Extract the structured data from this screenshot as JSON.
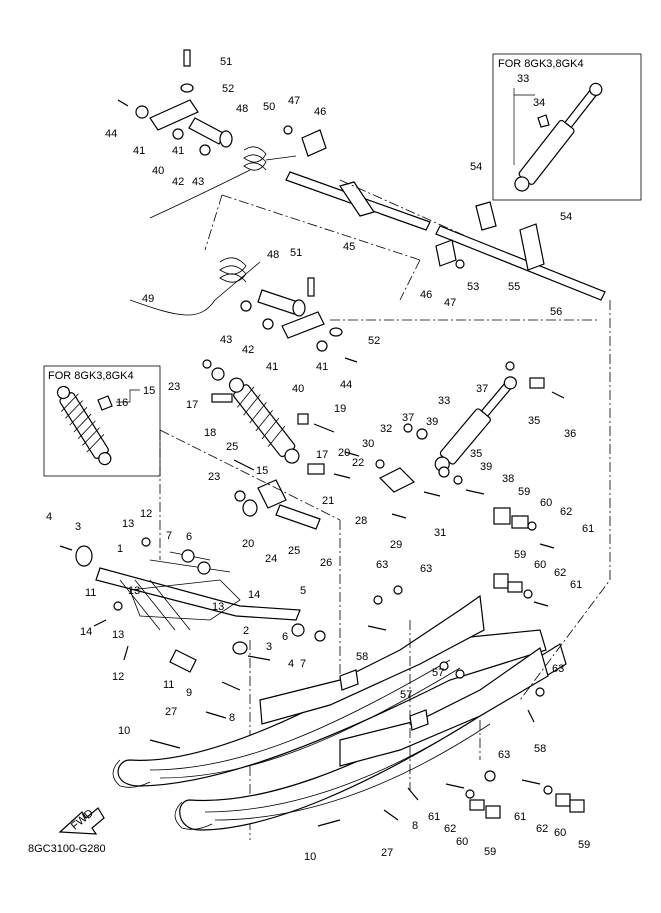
{
  "insets": {
    "top_right_title": "FOR 8GK3,8GK4",
    "left_title": "FOR 8GK3,8GK4"
  },
  "fwd_label": "FWD",
  "diagram_code": "8GC3100-G280",
  "callouts": [
    {
      "id": "c51a",
      "text": "51"
    },
    {
      "id": "c52a",
      "text": "52"
    },
    {
      "id": "c44a",
      "text": "44"
    },
    {
      "id": "c48a",
      "text": "48"
    },
    {
      "id": "c50",
      "text": "50"
    },
    {
      "id": "c47a",
      "text": "47"
    },
    {
      "id": "c46a",
      "text": "46"
    },
    {
      "id": "c41a",
      "text": "41"
    },
    {
      "id": "c41b",
      "text": "41"
    },
    {
      "id": "c40a",
      "text": "40"
    },
    {
      "id": "c42a",
      "text": "42"
    },
    {
      "id": "c43a",
      "text": "43"
    },
    {
      "id": "c33a",
      "text": "33"
    },
    {
      "id": "c34",
      "text": "34"
    },
    {
      "id": "c54a",
      "text": "54"
    },
    {
      "id": "c54b",
      "text": "54"
    },
    {
      "id": "c45",
      "text": "45"
    },
    {
      "id": "c53",
      "text": "53"
    },
    {
      "id": "c55",
      "text": "55"
    },
    {
      "id": "c56",
      "text": "56"
    },
    {
      "id": "c46b",
      "text": "46"
    },
    {
      "id": "c47b",
      "text": "47"
    },
    {
      "id": "c48b",
      "text": "48"
    },
    {
      "id": "c51b",
      "text": "51"
    },
    {
      "id": "c49",
      "text": "49"
    },
    {
      "id": "c43b",
      "text": "43"
    },
    {
      "id": "c42b",
      "text": "42"
    },
    {
      "id": "c52b",
      "text": "52"
    },
    {
      "id": "c41c",
      "text": "41"
    },
    {
      "id": "c41d",
      "text": "41"
    },
    {
      "id": "c40b",
      "text": "40"
    },
    {
      "id": "c44b",
      "text": "44"
    },
    {
      "id": "c15",
      "text": "15"
    },
    {
      "id": "c16",
      "text": "16"
    },
    {
      "id": "c23a",
      "text": "23"
    },
    {
      "id": "c17a",
      "text": "17"
    },
    {
      "id": "c18",
      "text": "18"
    },
    {
      "id": "c19",
      "text": "19"
    },
    {
      "id": "c17b",
      "text": "17"
    },
    {
      "id": "c37a",
      "text": "37"
    },
    {
      "id": "c35a",
      "text": "35"
    },
    {
      "id": "c36",
      "text": "36"
    },
    {
      "id": "c33b",
      "text": "33"
    },
    {
      "id": "c25a",
      "text": "25"
    },
    {
      "id": "c15b",
      "text": "15"
    },
    {
      "id": "c20a",
      "text": "20"
    },
    {
      "id": "c22",
      "text": "22"
    },
    {
      "id": "c30",
      "text": "30"
    },
    {
      "id": "c32",
      "text": "32"
    },
    {
      "id": "c37b",
      "text": "37"
    },
    {
      "id": "c39a",
      "text": "39"
    },
    {
      "id": "c35b",
      "text": "35"
    },
    {
      "id": "c39b",
      "text": "39"
    },
    {
      "id": "c38",
      "text": "38"
    },
    {
      "id": "c21",
      "text": "21"
    },
    {
      "id": "c23b",
      "text": "23"
    },
    {
      "id": "c59a",
      "text": "59"
    },
    {
      "id": "c60a",
      "text": "60"
    },
    {
      "id": "c62a",
      "text": "62"
    },
    {
      "id": "c61a",
      "text": "61"
    },
    {
      "id": "c28",
      "text": "28"
    },
    {
      "id": "c31",
      "text": "31"
    },
    {
      "id": "c29",
      "text": "29"
    },
    {
      "id": "c20b",
      "text": "20"
    },
    {
      "id": "c24",
      "text": "24"
    },
    {
      "id": "c25b",
      "text": "25"
    },
    {
      "id": "c26",
      "text": "26"
    },
    {
      "id": "c4a",
      "text": "4"
    },
    {
      "id": "c3a",
      "text": "3"
    },
    {
      "id": "c12a",
      "text": "12"
    },
    {
      "id": "c13a",
      "text": "13"
    },
    {
      "id": "c1",
      "text": "1"
    },
    {
      "id": "c7a",
      "text": "7"
    },
    {
      "id": "c6a",
      "text": "6"
    },
    {
      "id": "c11a",
      "text": "11"
    },
    {
      "id": "c14a",
      "text": "14"
    },
    {
      "id": "c13b",
      "text": "13"
    },
    {
      "id": "c5",
      "text": "5"
    },
    {
      "id": "c14b",
      "text": "14"
    },
    {
      "id": "c13c",
      "text": "13"
    },
    {
      "id": "c2",
      "text": "2"
    },
    {
      "id": "c3b",
      "text": "3"
    },
    {
      "id": "c6b",
      "text": "6"
    },
    {
      "id": "c4b",
      "text": "4"
    },
    {
      "id": "c7b",
      "text": "7"
    },
    {
      "id": "c13d",
      "text": "13"
    },
    {
      "id": "c12b",
      "text": "12"
    },
    {
      "id": "c11b",
      "text": "11"
    },
    {
      "id": "c9",
      "text": "9"
    },
    {
      "id": "c63a",
      "text": "63"
    },
    {
      "id": "c63b",
      "text": "63"
    },
    {
      "id": "c59b",
      "text": "59"
    },
    {
      "id": "c60b",
      "text": "60"
    },
    {
      "id": "c62b",
      "text": "62"
    },
    {
      "id": "c61b",
      "text": "61"
    },
    {
      "id": "c58a",
      "text": "58"
    },
    {
      "id": "c57a",
      "text": "57"
    },
    {
      "id": "c8a",
      "text": "8"
    },
    {
      "id": "c27a",
      "text": "27"
    },
    {
      "id": "c10a",
      "text": "10"
    },
    {
      "id": "c57b",
      "text": "57"
    },
    {
      "id": "c63c",
      "text": "63"
    },
    {
      "id": "c58b",
      "text": "58"
    },
    {
      "id": "c63d",
      "text": "63"
    },
    {
      "id": "c61c",
      "text": "61"
    },
    {
      "id": "c62c",
      "text": "62"
    },
    {
      "id": "c60c",
      "text": "60"
    },
    {
      "id": "c59c",
      "text": "59"
    },
    {
      "id": "c61d",
      "text": "61"
    },
    {
      "id": "c62d",
      "text": "62"
    },
    {
      "id": "c60d",
      "text": "60"
    },
    {
      "id": "c59d",
      "text": "59"
    },
    {
      "id": "c8b",
      "text": "8"
    },
    {
      "id": "c27b",
      "text": "27"
    },
    {
      "id": "c10b",
      "text": "10"
    }
  ]
}
